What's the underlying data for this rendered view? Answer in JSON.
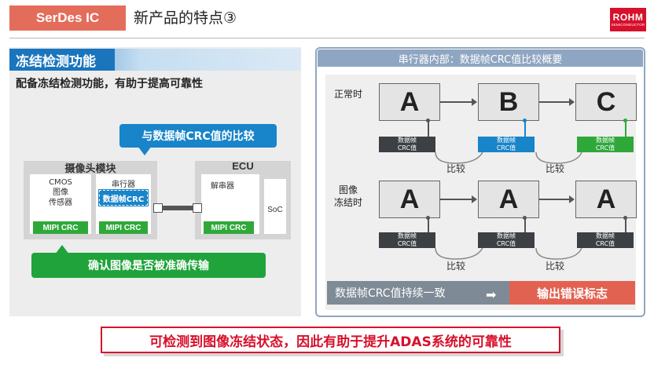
{
  "header": {
    "badge": "SerDes IC",
    "title": "新产品的特点③",
    "logo_main": "ROHM",
    "logo_sub": "SEMICONDUCTOR"
  },
  "left": {
    "title": "冻结检测功能",
    "subtitle": "配备冻结检测功能，有助于提高可靠性",
    "blue_callout": "与数据帧CRC值的比较",
    "camera_module": "摄像头模块",
    "cmos_lines": [
      "CMOS",
      "图像",
      "传感器"
    ],
    "serializer": "串行器",
    "serializer_crc": "数据帧CRC",
    "mipi_crc": "MIPI CRC",
    "ecu": "ECU",
    "deserializer": "解串器",
    "soc": "SoC",
    "green_callout": "确认图像是否被准确传输"
  },
  "right": {
    "title": "串行器内部：数据帧CRC值比较概要",
    "normal_label": "正常时",
    "frozen_label_lines": [
      "图像",
      "冻结时"
    ],
    "normal_frames": [
      "A",
      "B",
      "C"
    ],
    "frozen_frames": [
      "A",
      "A",
      "A"
    ],
    "crc_lines": [
      "数据帧",
      "CRC值"
    ],
    "compare": "比较",
    "bottom_left": "数据帧CRC值持续一致",
    "bottom_arrow": "➡",
    "bottom_right": "输出错误标志"
  },
  "footer": "可检测到图像冻结状态，因此有助于提升ADAS系统的可靠性",
  "colors": {
    "badge": "#e46c5a",
    "blue": "#1884c9",
    "green": "#2fa83a",
    "red": "#d7102b",
    "panel_border": "#8fa6c2"
  }
}
